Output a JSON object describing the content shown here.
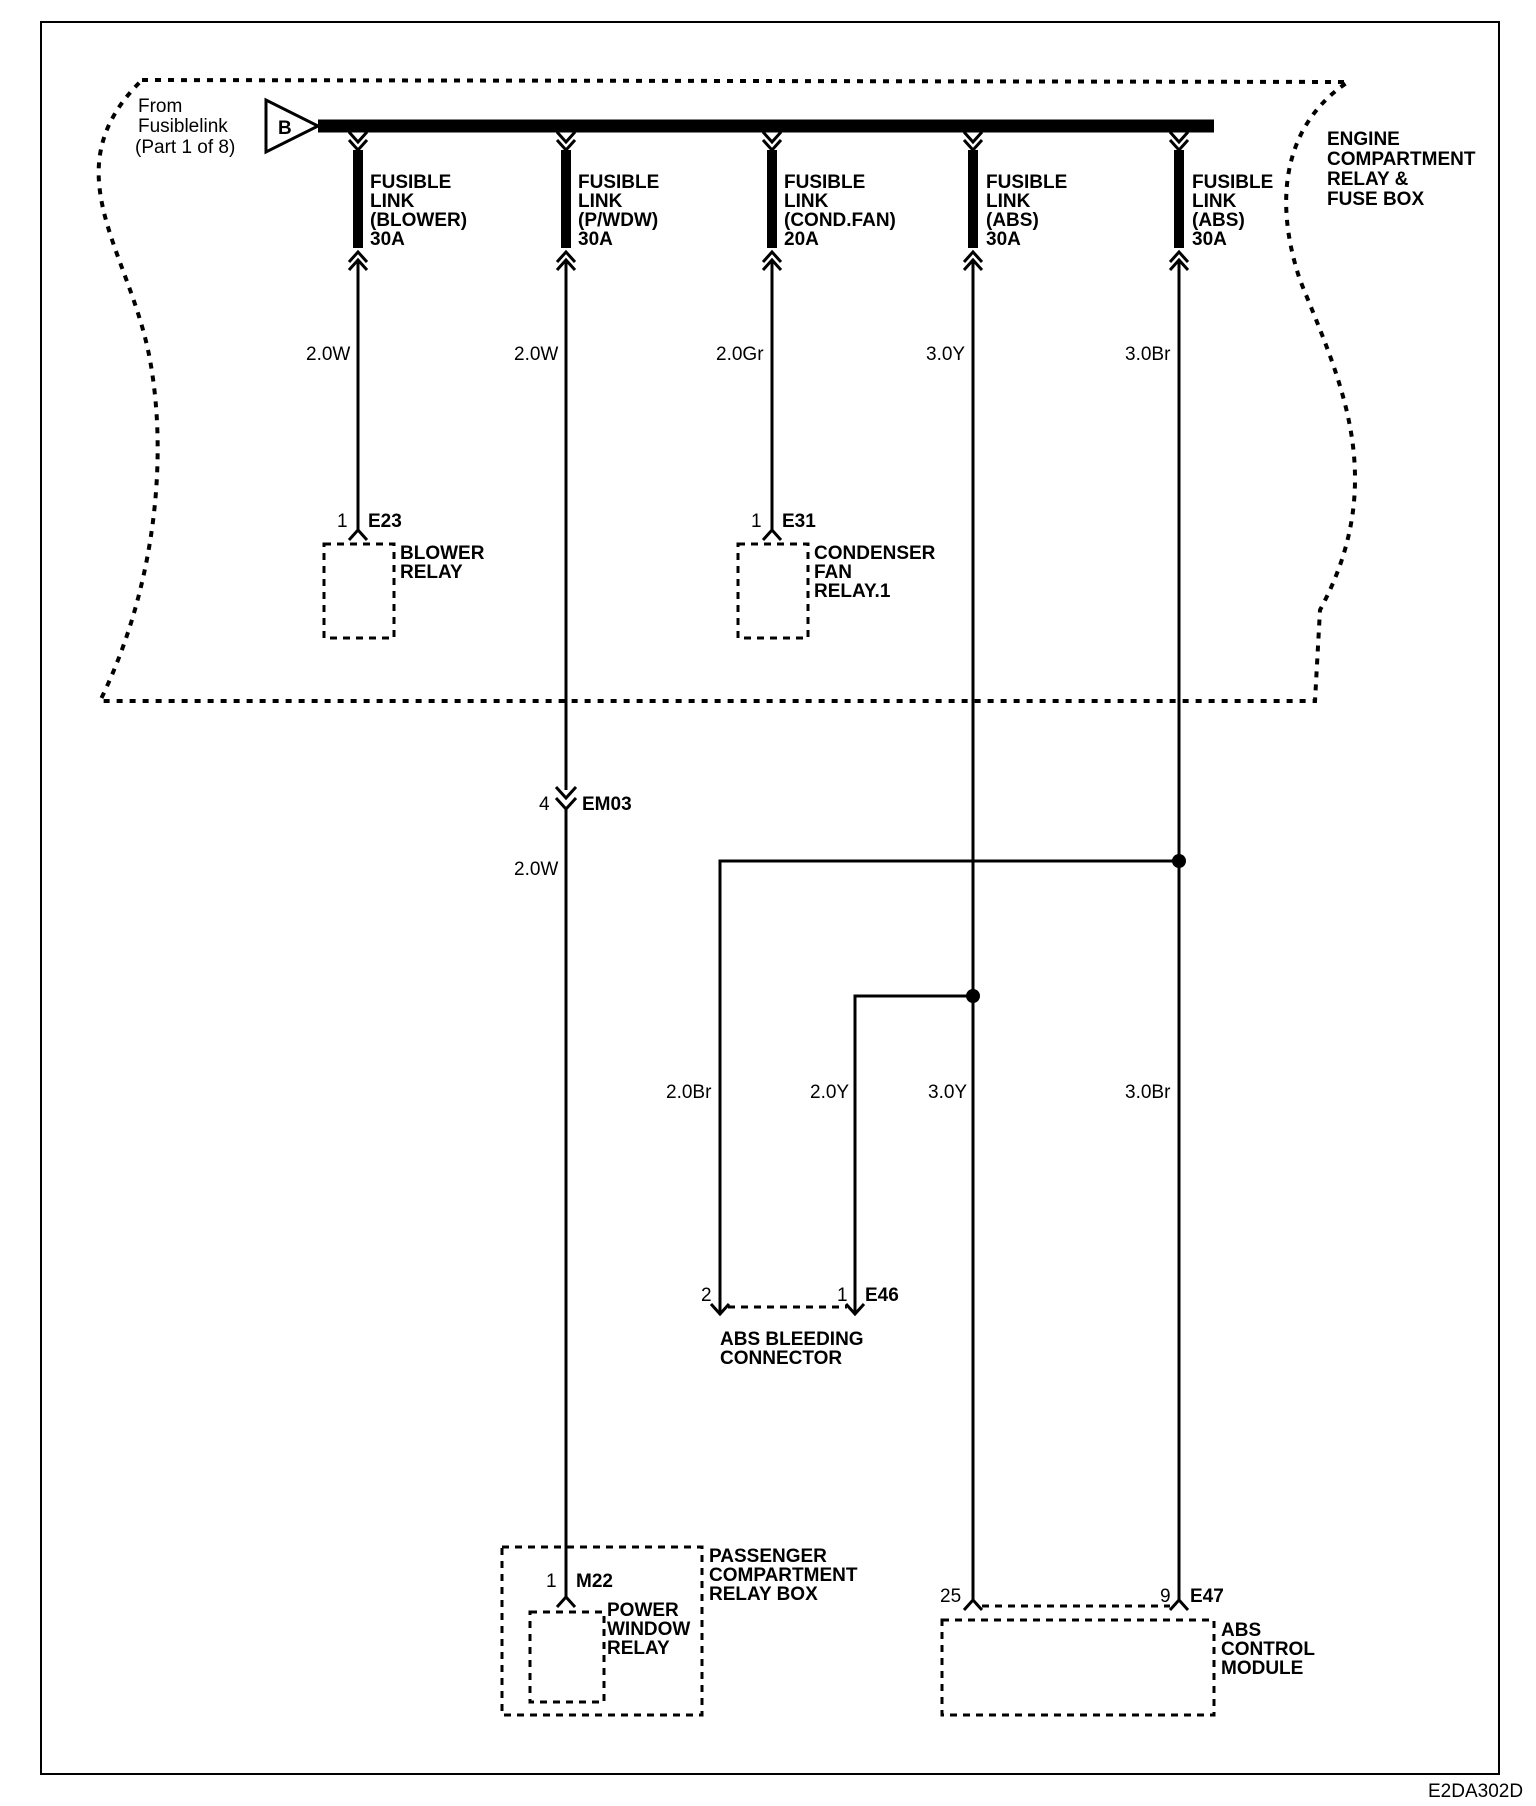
{
  "source": {
    "from_lines": [
      "From",
      "Fusiblelink",
      "(Part 1 of 8)"
    ],
    "connector_letter": "B"
  },
  "region_label": [
    "ENGINE",
    "COMPARTMENT",
    "RELAY &",
    "FUSE BOX"
  ],
  "fusible_links": [
    {
      "lines": [
        "FUSIBLE",
        "LINK",
        "(BLOWER)",
        "30A"
      ],
      "wire": "2.0W"
    },
    {
      "lines": [
        "FUSIBLE",
        "LINK",
        "(P/WDW)",
        "30A"
      ],
      "wire": "2.0W"
    },
    {
      "lines": [
        "FUSIBLE",
        "LINK",
        "(COND.FAN)",
        "20A"
      ],
      "wire": "2.0Gr"
    },
    {
      "lines": [
        "FUSIBLE",
        "LINK",
        "(ABS)",
        "30A"
      ],
      "wire": "3.0Y"
    },
    {
      "lines": [
        "FUSIBLE",
        "LINK",
        "(ABS)",
        "30A"
      ],
      "wire": "3.0Br"
    }
  ],
  "blower_relay": {
    "pin": "1",
    "connector": "E23",
    "lines": [
      "BLOWER",
      "RELAY"
    ]
  },
  "condenser_relay": {
    "pin": "1",
    "connector": "E31",
    "lines": [
      "CONDENSER",
      "FAN",
      "RELAY.1"
    ]
  },
  "em03": {
    "pin": "4",
    "connector": "EM03",
    "wire_below": "2.0W"
  },
  "abs_bleeding": {
    "pin_left": "2",
    "pin_right": "1",
    "connector": "E46",
    "wire_left": "2.0Br",
    "wire_right": "2.0Y",
    "lines": [
      "ABS BLEEDING",
      "CONNECTOR"
    ]
  },
  "abs_feed_wires": {
    "y_wire": "3.0Y",
    "br_wire": "3.0Br"
  },
  "passenger_box": {
    "lines": [
      "PASSENGER",
      "COMPARTMENT",
      "RELAY BOX"
    ],
    "pin": "1",
    "connector": "M22",
    "relay_lines": [
      "POWER",
      "WINDOW",
      "RELAY"
    ]
  },
  "abs_module": {
    "pin_left": "25",
    "pin_right": "9",
    "connector": "E47",
    "lines": [
      "ABS",
      "CONTROL",
      "MODULE"
    ]
  },
  "diagram_code": "E2DA302D"
}
